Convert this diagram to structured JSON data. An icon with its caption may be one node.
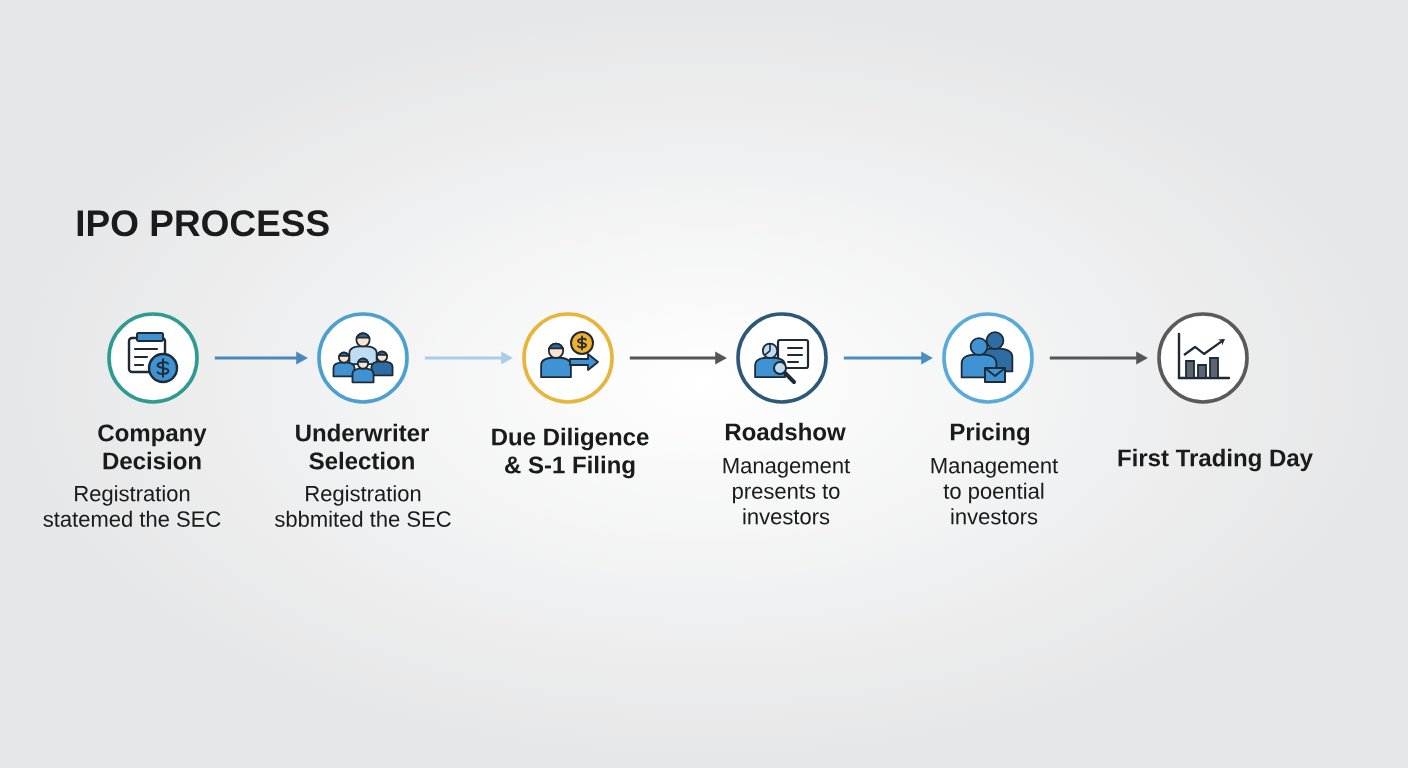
{
  "diagram": {
    "title": "IPO PROCESS",
    "nodes": [
      {
        "text": [
          "Company Decision",
          "Registration statemed the SEC"
        ]
      },
      {
        "text": [
          "Underwriter Selection",
          "Registration sbbmited the SEC"
        ]
      },
      {
        "text": [
          "Due Diligence & S-1 Filing"
        ]
      },
      {
        "text": [
          "Roadshow",
          "Management presents to investors"
        ]
      },
      {
        "text": [
          "Pricing",
          "Management to poential investors"
        ]
      },
      {
        "text": [
          "First Trading Day"
        ]
      }
    ],
    "edges": [
      {
        "from": 0,
        "to": 1,
        "arrow": "to",
        "color": "#4a87bd"
      },
      {
        "from": 1,
        "to": 2,
        "arrow": "to",
        "color": "#a9cde6"
      },
      {
        "from": 2,
        "to": 3,
        "arrow": "to",
        "color": "#555555"
      },
      {
        "from": 3,
        "to": 4,
        "arrow": "to",
        "color": "#4a8fc4"
      },
      {
        "from": 4,
        "to": 5,
        "arrow": "to",
        "color": "#555555"
      }
    ]
  }
}
